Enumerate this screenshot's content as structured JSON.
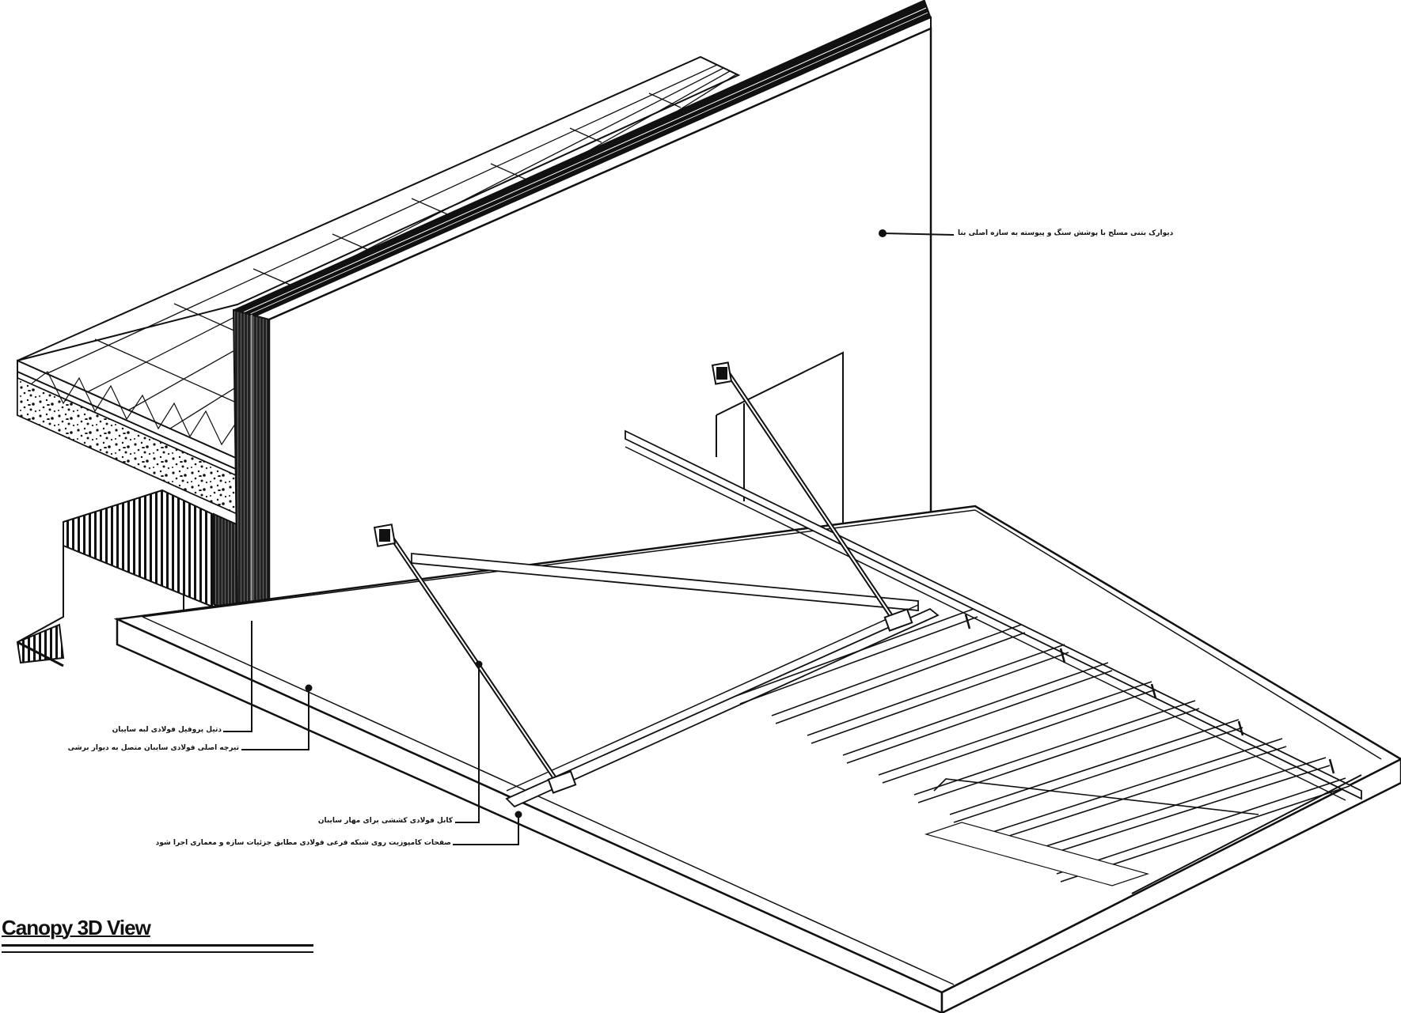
{
  "title": "Canopy 3D View",
  "callouts": [
    {
      "id": "wall",
      "text": "دیوارک بتنی مسلح با پوشش سنگ و پیوسته به سازه اصلی بنا"
    },
    {
      "id": "fascia",
      "text": "دتیل پروفیل فولادی لبه سایبان"
    },
    {
      "id": "beam",
      "text": "تیرچه اصلی فولادی سایبان متصل به دیوار برشی"
    },
    {
      "id": "tie",
      "text": "کابل فولادی کششی برای مهار سایبان"
    },
    {
      "id": "panel",
      "text": "صفحات کامپوزیت روی شبکه فرعی فولادی مطابق جزئیات سازه و معماری اجرا شود"
    }
  ]
}
